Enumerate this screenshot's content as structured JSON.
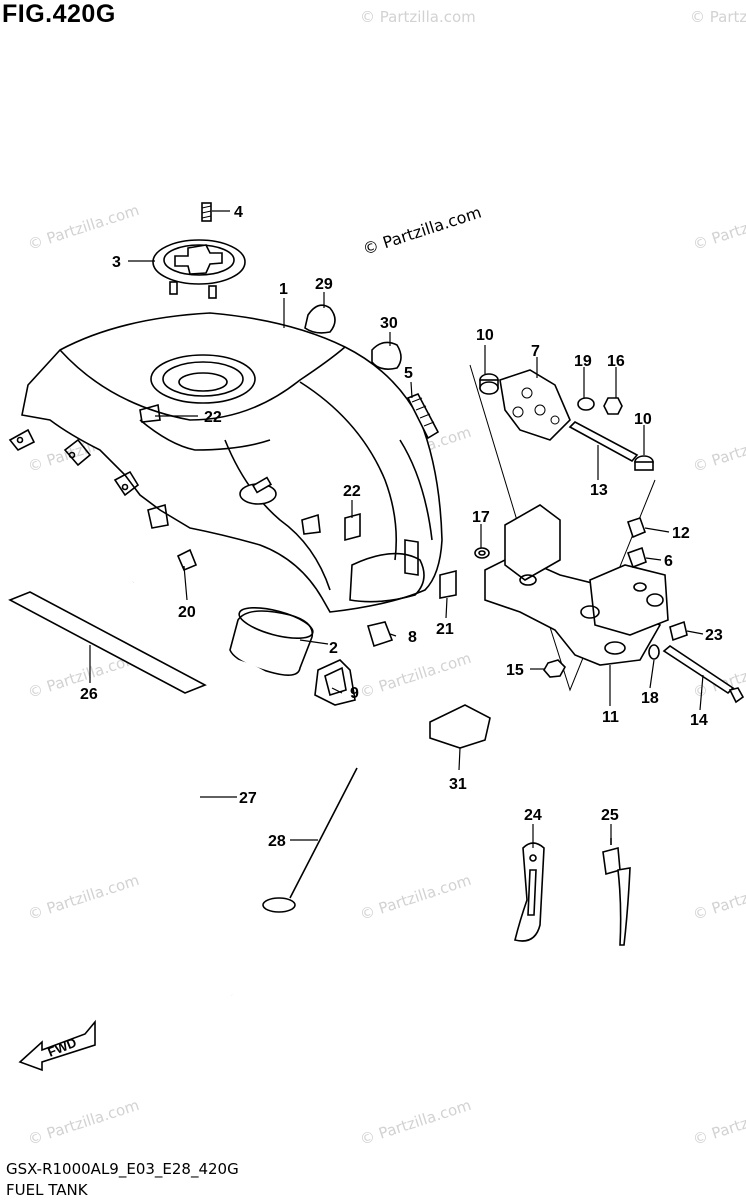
{
  "figure": {
    "title": "FIG.420G",
    "footer_code": "GSX-R1000AL9_E03_E28_420G",
    "footer_name": "FUEL TANK"
  },
  "watermark": {
    "main_text": "© Partzilla.com",
    "repeat_text": "© Partzilla.com"
  },
  "fwd_indicator": {
    "label": "FWD"
  },
  "callouts": [
    {
      "id": "c1",
      "label": "1"
    },
    {
      "id": "c2",
      "label": "2"
    },
    {
      "id": "c3",
      "label": "3"
    },
    {
      "id": "c4",
      "label": "4"
    },
    {
      "id": "c5",
      "label": "5"
    },
    {
      "id": "c6",
      "label": "6"
    },
    {
      "id": "c7",
      "label": "7"
    },
    {
      "id": "c8",
      "label": "8"
    },
    {
      "id": "c9",
      "label": "9"
    },
    {
      "id": "c10a",
      "label": "10"
    },
    {
      "id": "c10b",
      "label": "10"
    },
    {
      "id": "c11",
      "label": "11"
    },
    {
      "id": "c12",
      "label": "12"
    },
    {
      "id": "c13",
      "label": "13"
    },
    {
      "id": "c14",
      "label": "14"
    },
    {
      "id": "c15",
      "label": "15"
    },
    {
      "id": "c16",
      "label": "16"
    },
    {
      "id": "c17",
      "label": "17"
    },
    {
      "id": "c18",
      "label": "18"
    },
    {
      "id": "c19",
      "label": "19"
    },
    {
      "id": "c20",
      "label": "20"
    },
    {
      "id": "c21",
      "label": "21"
    },
    {
      "id": "c22a",
      "label": "22"
    },
    {
      "id": "c22b",
      "label": "22"
    },
    {
      "id": "c23",
      "label": "23"
    },
    {
      "id": "c24",
      "label": "24"
    },
    {
      "id": "c25",
      "label": "25"
    },
    {
      "id": "c26",
      "label": "26"
    },
    {
      "id": "c27",
      "label": "27"
    },
    {
      "id": "c28",
      "label": "28"
    },
    {
      "id": "c29",
      "label": "29"
    },
    {
      "id": "c30",
      "label": "30"
    },
    {
      "id": "c31",
      "label": "31"
    }
  ]
}
